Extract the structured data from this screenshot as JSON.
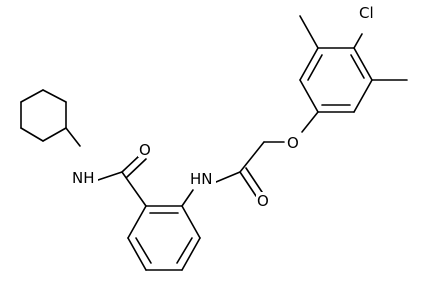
{
  "molecule": {
    "atoms": {
      "carbonyl_o_left": "O",
      "amide_nh_left": "NH",
      "amide_nh_right": "HN",
      "carbonyl_o_right": "O",
      "ether_o": "O",
      "chlorine": "Cl"
    }
  },
  "colors": {
    "bond": "#000000",
    "background": "#ffffff"
  }
}
